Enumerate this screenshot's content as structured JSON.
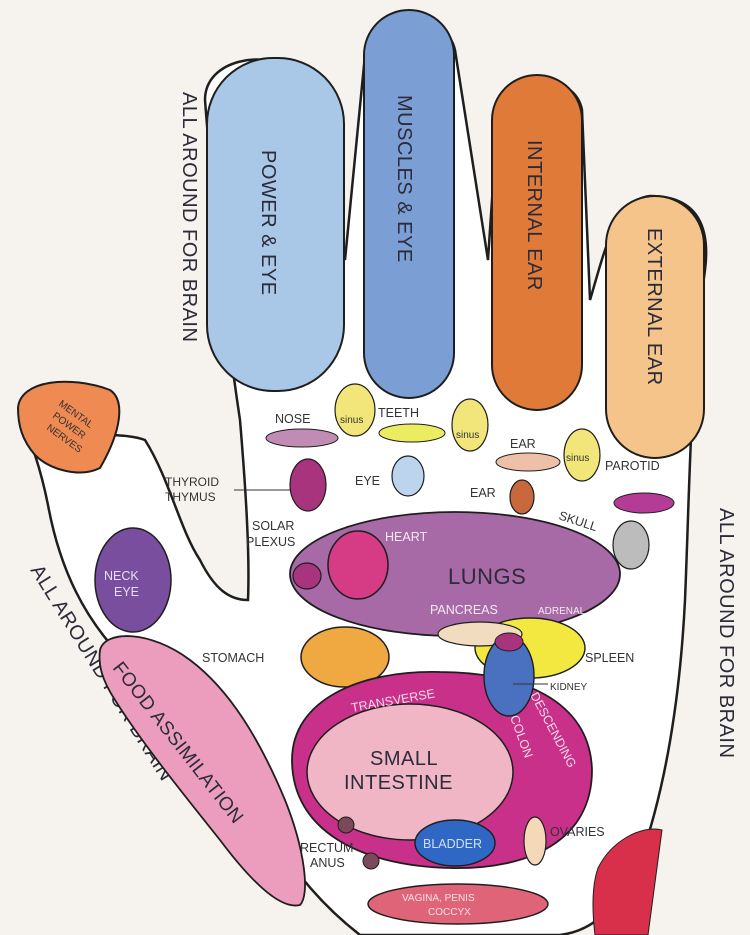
{
  "fingers": {
    "index": "POWER & EYE",
    "middle": "MUSCLES & EYE",
    "ring": "INTERNAL EAR",
    "little": "EXTERNAL EAR"
  },
  "thumb": {
    "tip": [
      "MENTAL",
      "POWER",
      "NERVES"
    ],
    "neck_eye": [
      "NECK",
      "EYE"
    ]
  },
  "side_labels": {
    "left_upper": "ALL AROUND FOR BRAIN",
    "left_lower": "ALL AROUND FOR BRAIN",
    "right": "ALL AROUND FOR BRAIN"
  },
  "sinus": "sinus",
  "labels": {
    "nose": "NOSE",
    "teeth": "TEETH",
    "ear_top": "EAR",
    "parotid": "PAROTID",
    "thyroid": "THYROID",
    "thymus": "THYMUS",
    "eye": "EYE",
    "ear": "EAR",
    "skull": "SKULL",
    "solar": "SOLAR",
    "plexus": "PLEXUS",
    "heart": "HEART",
    "lungs": "LUNGS",
    "pancreas": "PANCREAS",
    "adrenal": "ADRENAL",
    "stomach": "STOMACH",
    "spleen": "SPLEEN",
    "kidney": "KIDNEY",
    "transverse": "TRANSVERSE",
    "descending": "DESCENDING",
    "colon": "COLON",
    "small_intestine": [
      "SMALL",
      "INTESTINE"
    ],
    "food_assimilation": "FOOD ASSIMILATION",
    "rectum": "RECTUM",
    "anus": "ANUS",
    "bladder": "BLADDER",
    "ovaries": "OVARIES",
    "vagina": [
      "VAGINA, PENIS",
      "COCCYX"
    ]
  },
  "colors": {
    "index": "#a9c8e8",
    "middle": "#7b9fd4",
    "ring": "#e07a38",
    "little": "#f4c48a",
    "thumb_tip": "#ee8a52",
    "neck_eye": "#7a4e9e",
    "lungs": "#a86aa6",
    "heart": "#d63c86",
    "colon": "#c8308a",
    "small_intestine": "#f0b6c6",
    "food": "#ec9cbc",
    "stomach": "#f0a840",
    "spleen": "#f2e840",
    "kidney": "#4a70c0",
    "bladder": "#2e68c4",
    "vagina": "#e06478",
    "thyroid": "#a8347e",
    "eye": "#bcd4ee",
    "nose": "#c08cb4",
    "teeth": "#ecec60",
    "ear_top": "#eec0a8",
    "ear": "#c8683c",
    "skull": "#bcbcbc",
    "parotid": "#b43c96",
    "sinus": "#f2e67a",
    "ovaries": "#f4d8b8",
    "rectum": "#7a4a5a",
    "pancreas": "#f2dcc0"
  }
}
